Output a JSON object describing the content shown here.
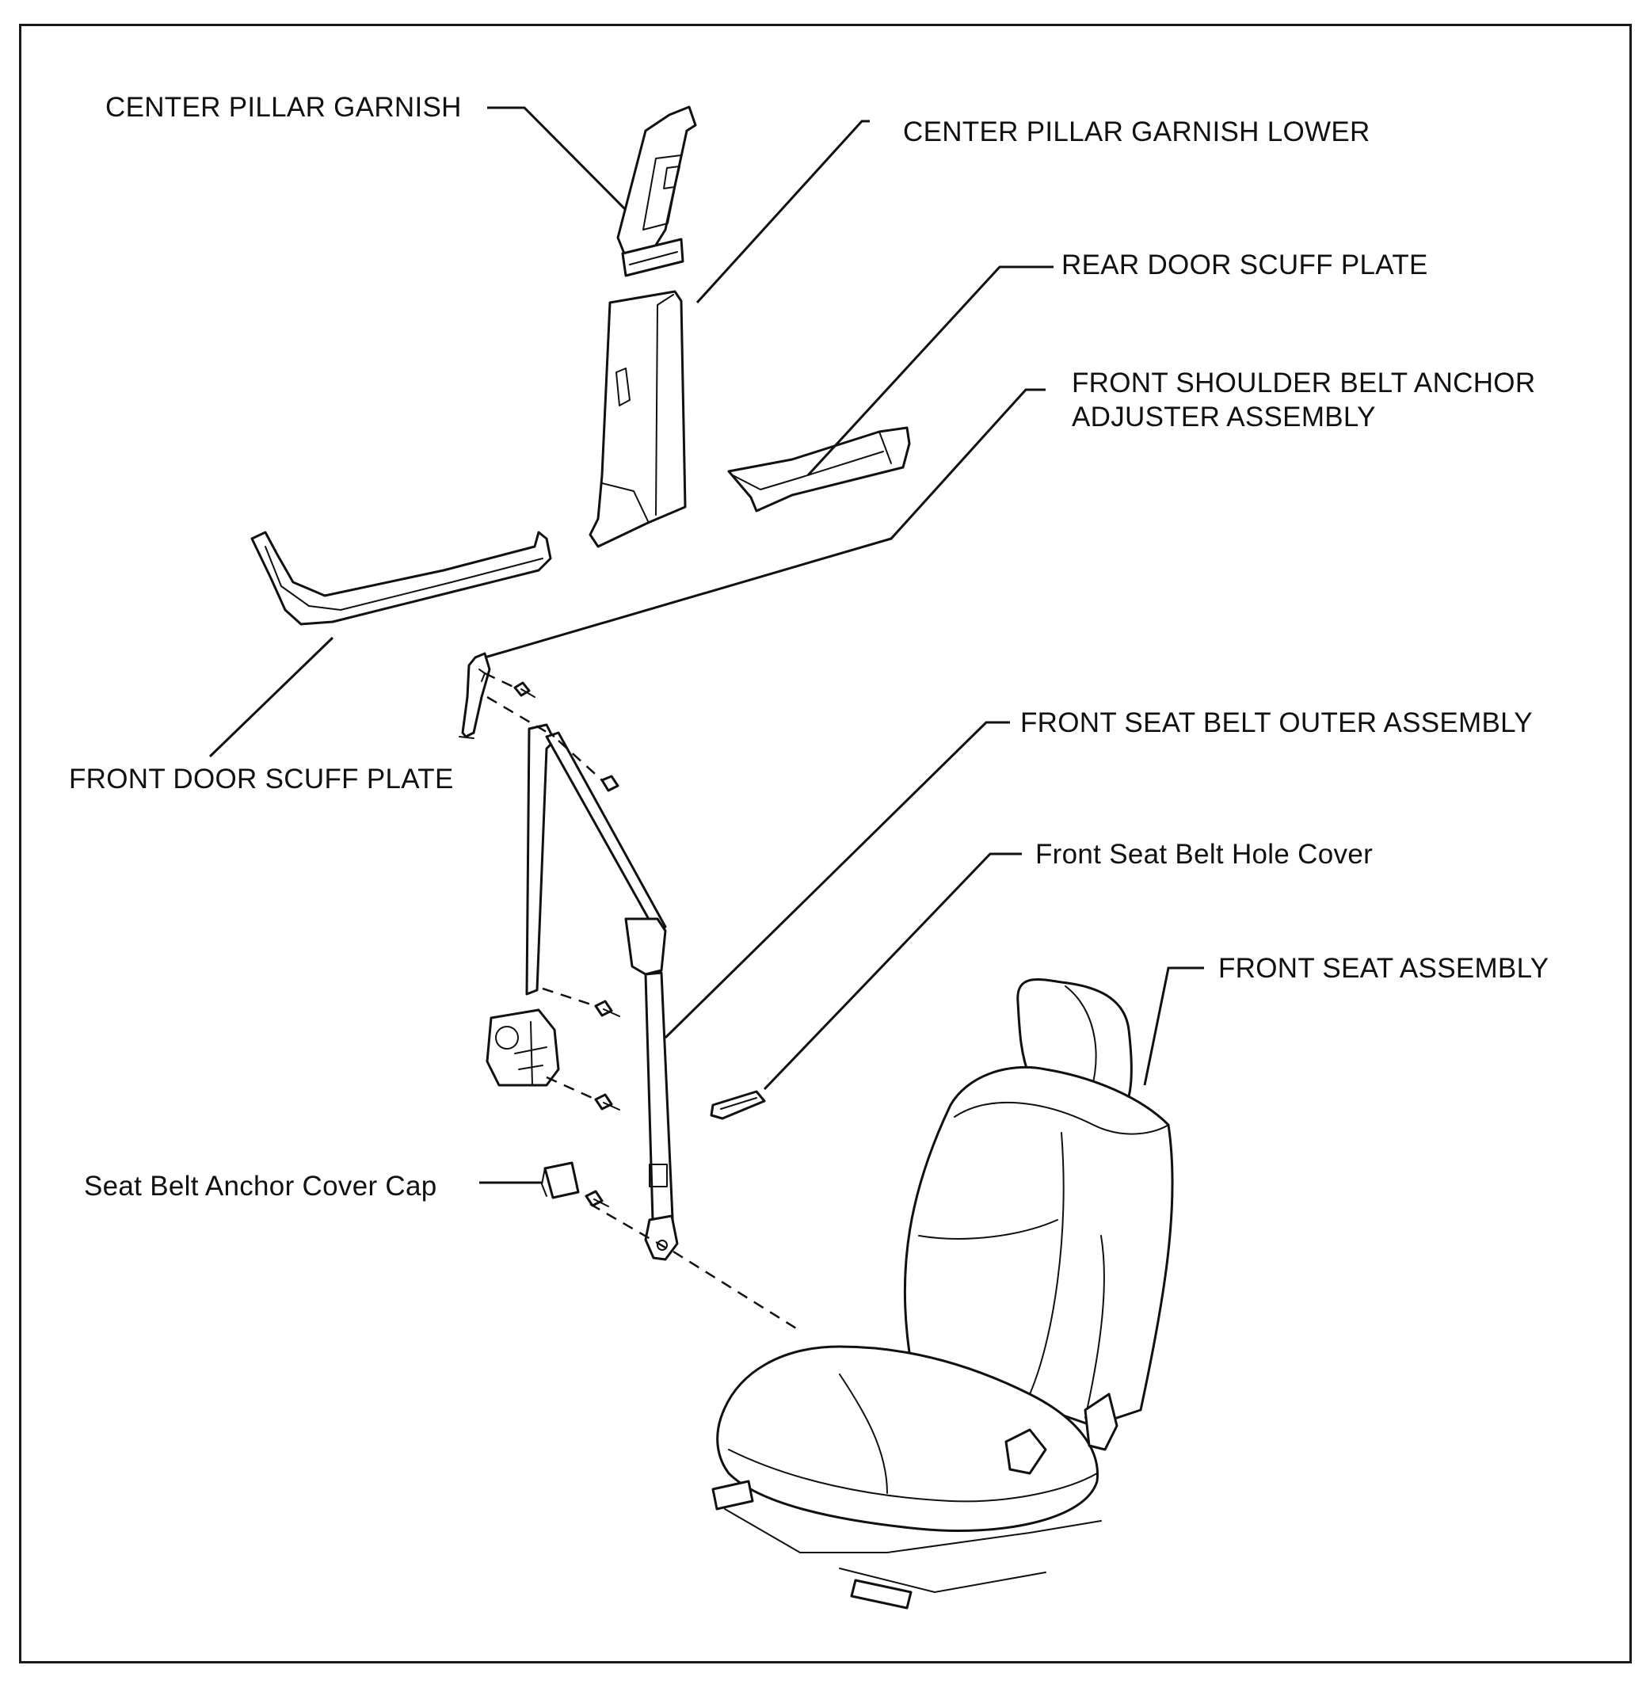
{
  "labels": {
    "center_pillar_garnish": "CENTER PILLAR GARNISH",
    "center_pillar_garnish_lower": "CENTER PILLAR GARNISH LOWER",
    "rear_door_scuff_plate": "REAR DOOR SCUFF PLATE",
    "front_shoulder_belt_anchor_line1": "FRONT SHOULDER BELT ANCHOR",
    "front_shoulder_belt_anchor_line2": "ADJUSTER ASSEMBLY",
    "front_door_scuff_plate": "FRONT DOOR SCUFF PLATE",
    "front_seat_belt_outer_assembly": "FRONT SEAT BELT OUTER ASSEMBLY",
    "front_seat_belt_hole_cover": "Front Seat Belt Hole Cover",
    "front_seat_assembly": "FRONT SEAT ASSEMBLY",
    "seat_belt_anchor_cover_cap": "Seat Belt Anchor Cover Cap"
  }
}
